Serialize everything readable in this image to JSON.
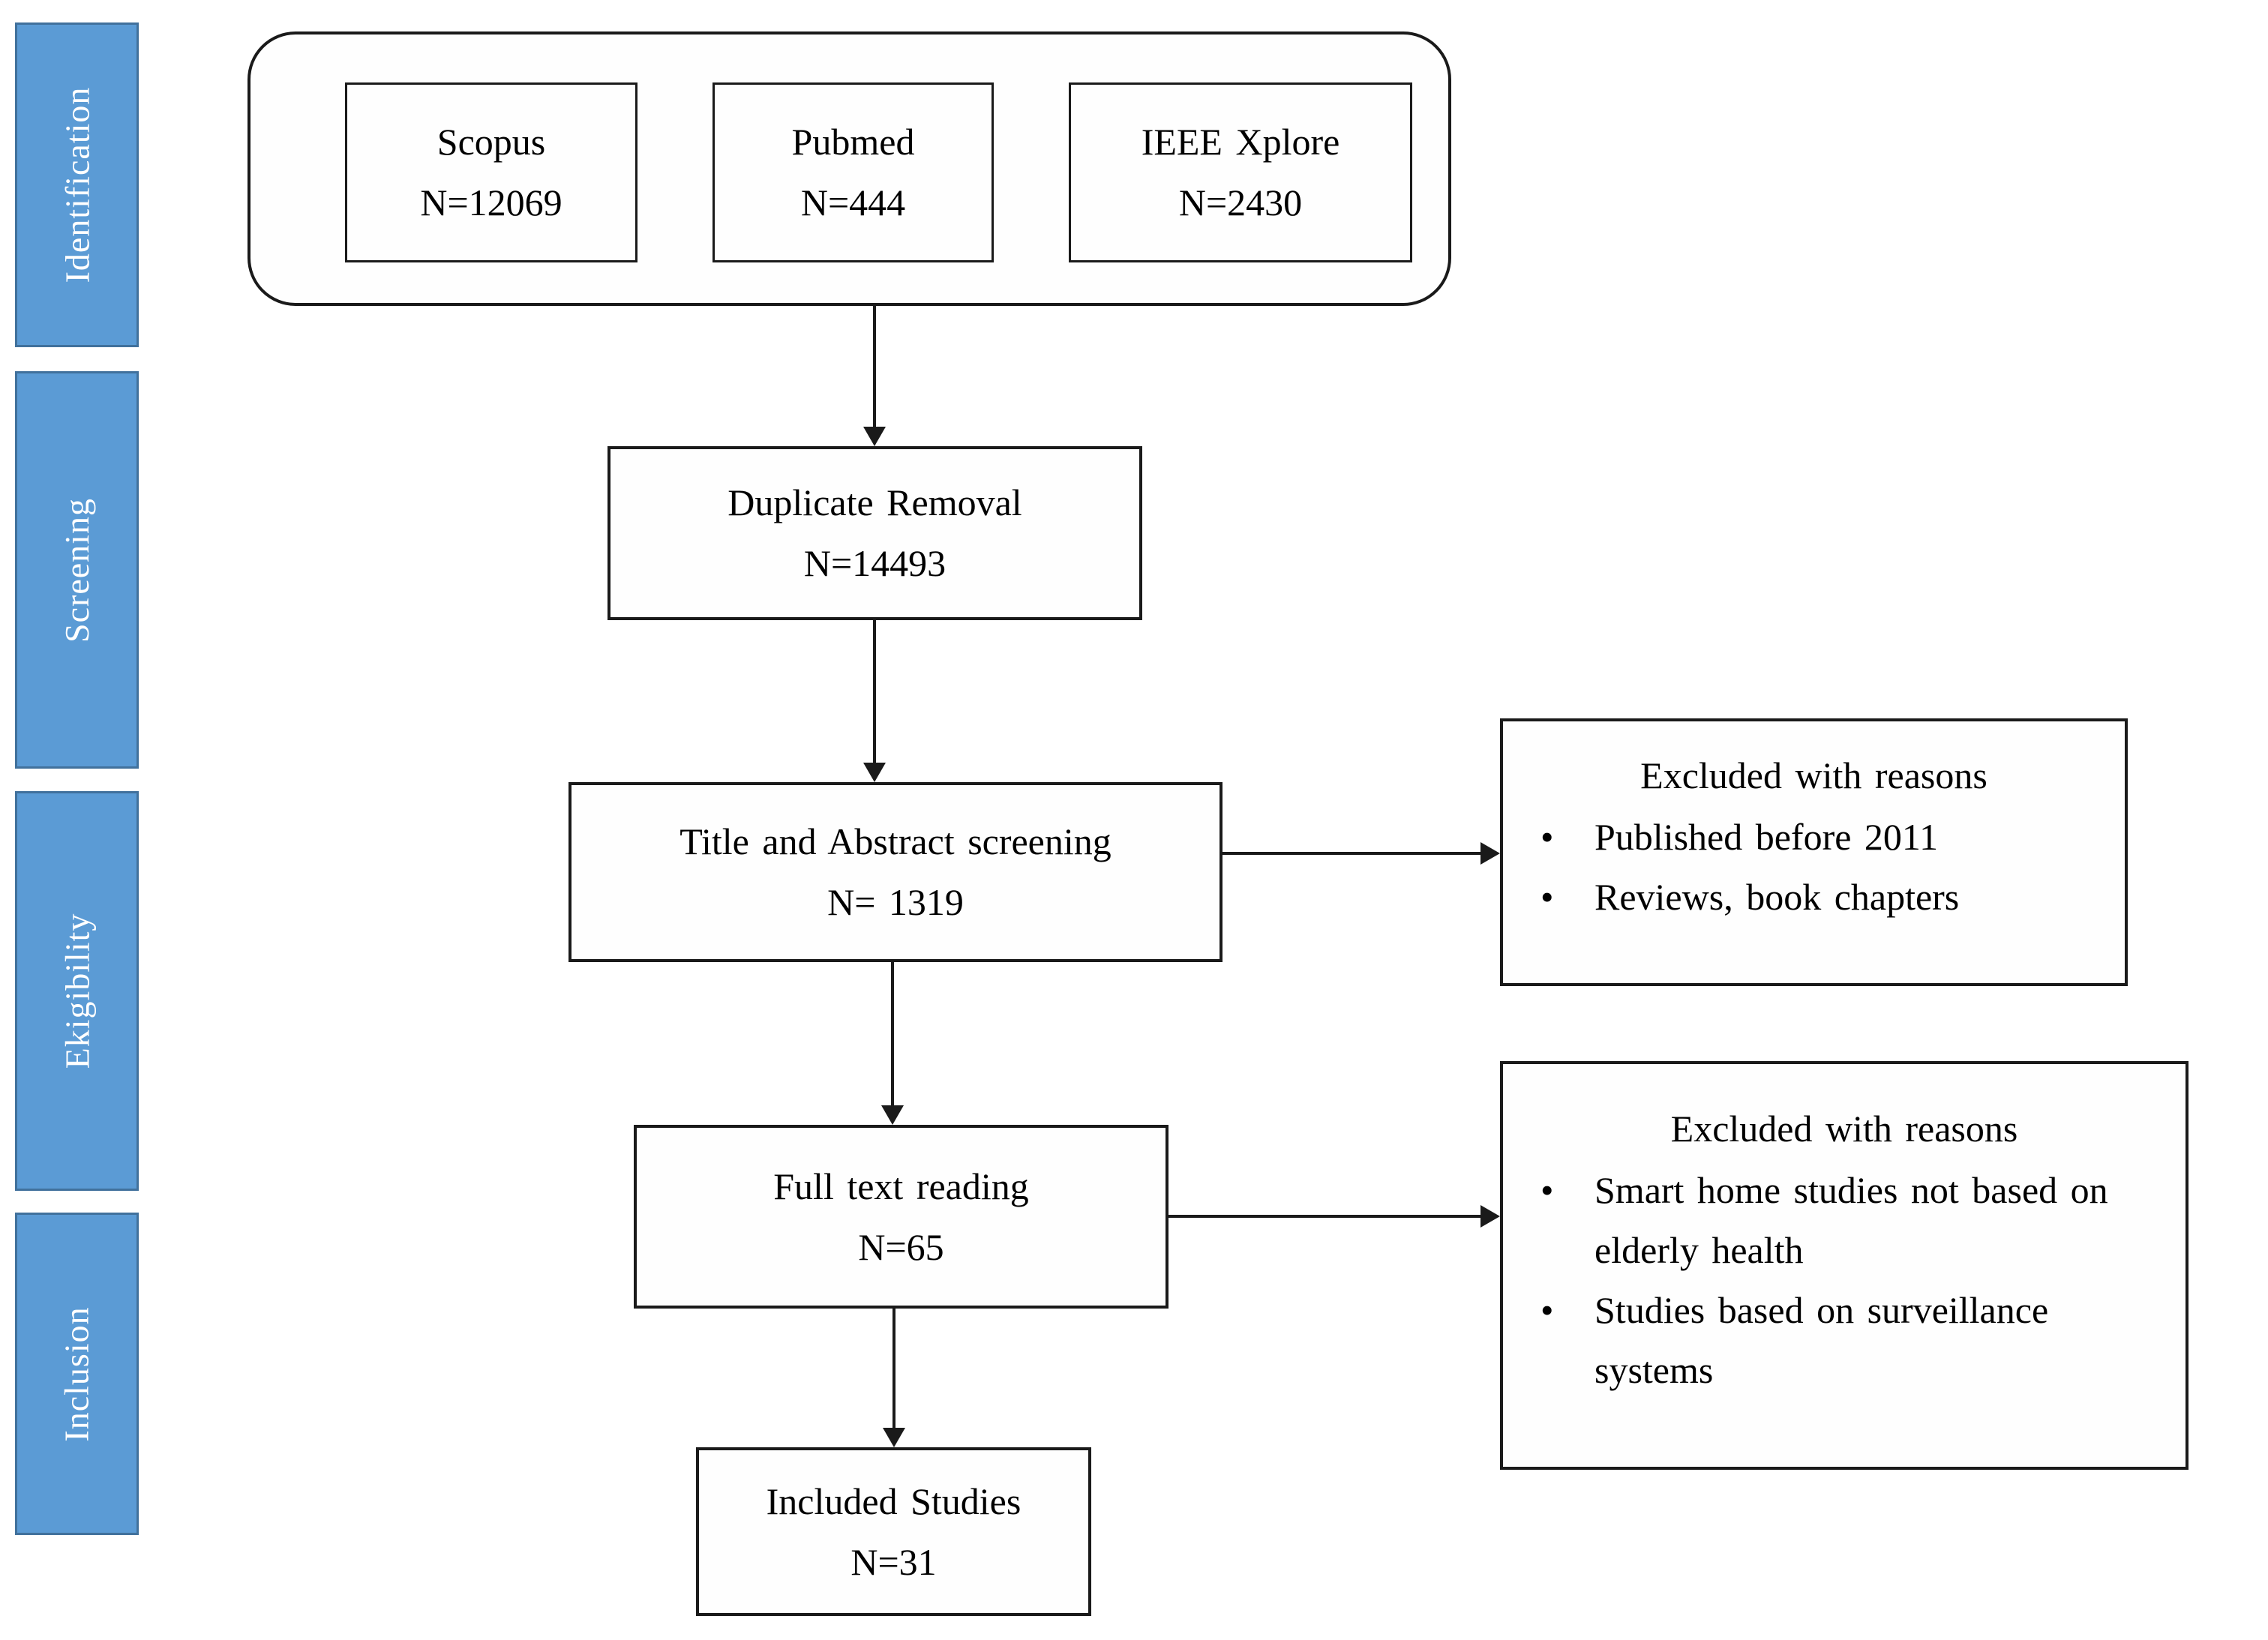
{
  "colors": {
    "page_bg": "#ffffff",
    "box_bg": "#fefefe",
    "text": "#000000",
    "line": "#1a1a1a",
    "stage_fill": "#5B9BD5",
    "stage_border": "#41719C",
    "stage_text": "#ffffff"
  },
  "stages": [
    {
      "label": "Identification"
    },
    {
      "label": "Screening"
    },
    {
      "label": "Ekigibility"
    },
    {
      "label": "Inclusion"
    }
  ],
  "sources": [
    {
      "name": "Scopus",
      "count": "N=12069"
    },
    {
      "name": "Pubmed",
      "count": "N=444"
    },
    {
      "name": "IEEE Xplore",
      "count": "N=2430"
    }
  ],
  "flow": {
    "duplicate_removal": {
      "title": "Duplicate Removal",
      "count": "N=14493"
    },
    "title_abstract_screening": {
      "title": "Title and Abstract screening",
      "count": "N= 1319"
    },
    "full_text_reading": {
      "title": "Full text reading",
      "count": "N=65"
    },
    "included_studies": {
      "title": "Included Studies",
      "count": "N=31"
    }
  },
  "exclusions": [
    {
      "title": "Excluded with reasons",
      "items": [
        "Published before 2011",
        "Reviews, book chapters"
      ]
    },
    {
      "title": "Excluded with reasons",
      "items": [
        "Smart home studies not based on elderly health",
        "Studies based on surveillance systems"
      ]
    }
  ],
  "ui": {
    "bullet": "•"
  }
}
